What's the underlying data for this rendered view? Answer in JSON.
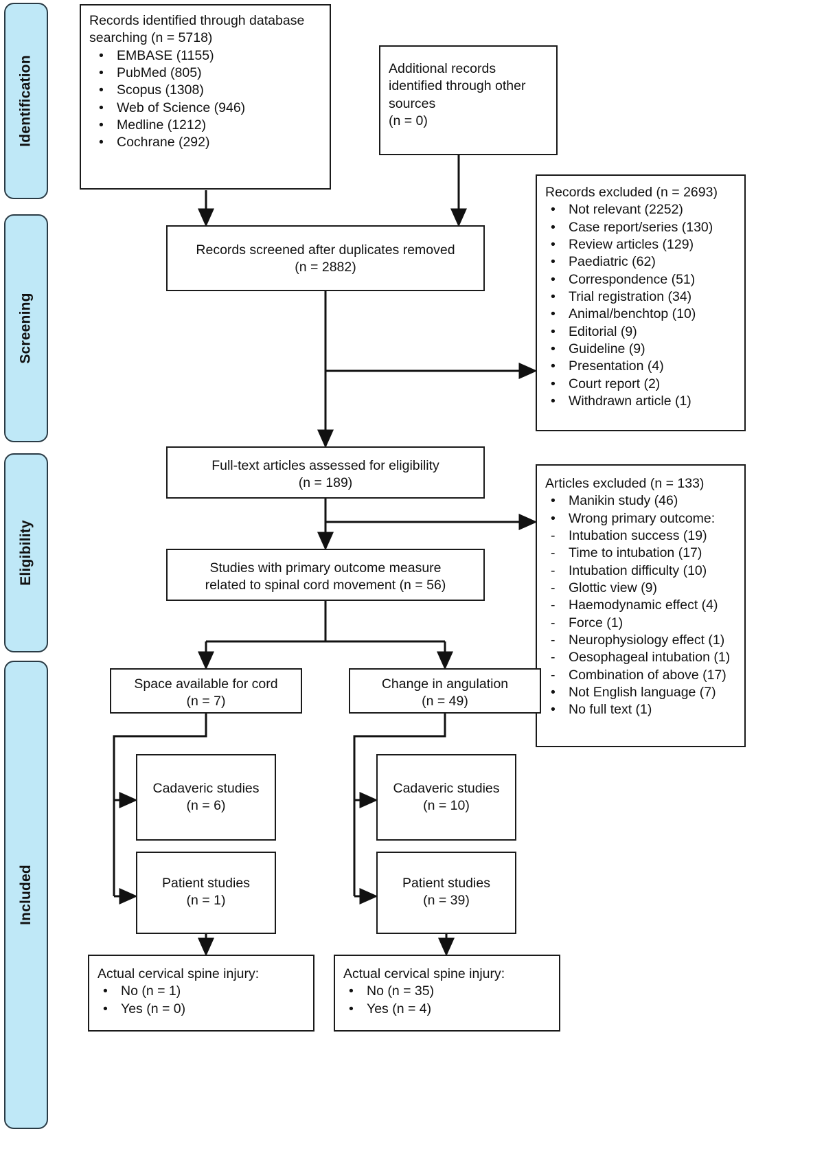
{
  "stages": [
    {
      "id": "identification",
      "label": "Identification"
    },
    {
      "id": "screening",
      "label": "Screening"
    },
    {
      "id": "eligibility",
      "label": "Eligibility"
    },
    {
      "id": "included",
      "label": "Included"
    }
  ],
  "nodes": {
    "identified": {
      "title": "Records identified through database searching (n = 5718)",
      "items": [
        "EMBASE (1155)",
        "PubMed (805)",
        "Scopus (1308)",
        "Web of Science (946)",
        "Medline (1212)",
        "Cochrane (292)"
      ]
    },
    "additional": {
      "line1": "Additional records",
      "line2": "identified through other",
      "line3": "sources",
      "line4": "(n = 0)"
    },
    "screened": {
      "line1": "Records screened after duplicates removed",
      "line2": "(n = 2882)"
    },
    "records_excluded": {
      "title": "Records excluded (n = 2693)",
      "items": [
        "Not relevant (2252)",
        "Case report/series (130)",
        "Review articles (129)",
        "Paediatric (62)",
        "Correspondence (51)",
        "Trial registration (34)",
        "Animal/benchtop (10)",
        "Editorial (9)",
        "Guideline (9)",
        "Presentation (4)",
        "Court report (2)",
        "Withdrawn article (1)"
      ]
    },
    "fulltext": {
      "line1": "Full-text articles assessed for eligibility",
      "line2": "(n = 189)"
    },
    "articles_excluded": {
      "title": "Articles excluded (n = 133)",
      "items": [
        {
          "marker": "•",
          "text": "Manikin study (46)"
        },
        {
          "marker": "•",
          "text": "Wrong primary outcome:"
        },
        {
          "marker": "-",
          "text": "Intubation success (19)"
        },
        {
          "marker": "-",
          "text": "Time to intubation (17)"
        },
        {
          "marker": "-",
          "text": "Intubation difficulty (10)"
        },
        {
          "marker": "-",
          "text": "Glottic view (9)"
        },
        {
          "marker": "-",
          "text": "Haemodynamic effect (4)"
        },
        {
          "marker": "-",
          "text": "Force (1)"
        },
        {
          "marker": "-",
          "text": "Neurophysiology effect (1)"
        },
        {
          "marker": "-",
          "text": "Oesophageal intubation (1)"
        },
        {
          "marker": "-",
          "text": "Combination of above (17)"
        },
        {
          "marker": "•",
          "text": "Not English language (7)"
        },
        {
          "marker": "•",
          "text": "No full text (1)"
        }
      ]
    },
    "primary_outcome": {
      "line1": "Studies with primary outcome measure",
      "line2": "related to spinal cord movement (n = 56)"
    },
    "space_cord": {
      "line1": "Space available for cord",
      "line2": "(n = 7)"
    },
    "angulation": {
      "line1": "Change in angulation",
      "line2": "(n = 49)"
    },
    "cadaveric_left": {
      "line1": "Cadaveric studies",
      "line2": "(n = 6)"
    },
    "patient_left": {
      "line1": "Patient studies",
      "line2": "(n = 1)"
    },
    "cadaveric_right": {
      "line1": "Cadaveric studies",
      "line2": "(n = 10)"
    },
    "patient_right": {
      "line1": "Patient studies",
      "line2": "(n = 39)"
    },
    "injury_left": {
      "title": "Actual cervical spine injury:",
      "items": [
        "No (n = 1)",
        "Yes (n = 0)"
      ]
    },
    "injury_right": {
      "title": "Actual cervical spine injury:",
      "items": [
        "No (n = 35)",
        "Yes (n = 4)"
      ]
    }
  },
  "colors": {
    "stage_fill": "#bfe8f7",
    "stage_border": "#2a3b45",
    "node_border": "#1a1a1a",
    "text": "#111111",
    "background": "#ffffff"
  }
}
